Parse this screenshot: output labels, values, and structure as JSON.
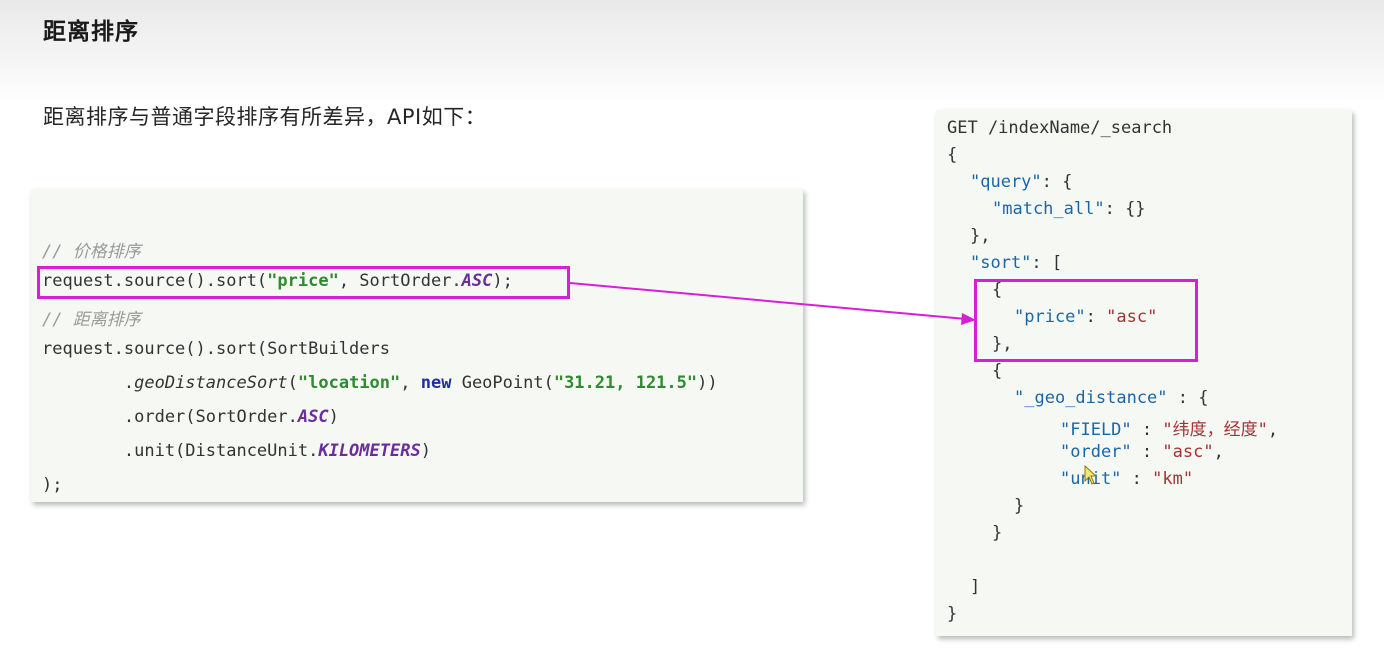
{
  "slide": {
    "title": "距离排序",
    "subtitle": "距离排序与普通字段排序有所差异，API如下："
  },
  "java_code": {
    "comment_price": "// 价格排序",
    "line_price": {
      "prefix": "request.source().sort(",
      "str": "\"price\"",
      "mid": ", SortOrder.",
      "const": "ASC",
      "suffix": ");"
    },
    "comment_distance": "// 距离排序",
    "line_sort_builders": "request.source().sort(SortBuilders",
    "line_geo": {
      "indent": "        .",
      "method": "geoDistanceSort",
      "open": "(",
      "str1": "\"location\"",
      "comma": ", ",
      "kw": "new",
      "geopoint": " GeoPoint(",
      "str2": "\"31.21, 121.5\"",
      "close": "))"
    },
    "line_order": {
      "prefix": "        .order(SortOrder.",
      "const": "ASC",
      "suffix": ")"
    },
    "line_unit": {
      "prefix": "        .unit(DistanceUnit.",
      "const": "KILOMETERS",
      "suffix": ")"
    },
    "line_end": ");"
  },
  "json_code": {
    "l1": "GET /indexName/_search",
    "l2": "{",
    "l3_key": "\"query\"",
    "l3_rest": ": {",
    "l4_key": "\"match_all\"",
    "l4_rest": ": {}",
    "l5": "},",
    "l6_key": "\"sort\"",
    "l6_rest": ": [",
    "l7": "{",
    "l8_key": "\"price\"",
    "l8_colon": ": ",
    "l8_val": "\"asc\"",
    "l9": "},",
    "l10": "{",
    "l11_key": "\"_geo_distance\"",
    "l11_rest": " : {",
    "l12_key": "\"FIELD\"",
    "l12_colon": " : ",
    "l12_val": "\"纬度，经度\"",
    "l12_comma": ",",
    "l13_key": "\"order\"",
    "l13_colon": " : ",
    "l13_val": "\"asc\"",
    "l13_comma": ",",
    "l14_key": "\"unit\"",
    "l14_colon": " : ",
    "l14_val": "\"km\"",
    "l15": "}",
    "l16": "}",
    "l17": "]",
    "l18": "}"
  },
  "colors": {
    "highlight": "#d81fd8",
    "panel_bg": "#f6f8f4",
    "string_green": "#2e8b2e",
    "keyword_blue": "#1f2fa0",
    "constant_purple": "#6a2d9c",
    "json_key": "#1a66a8",
    "json_string": "#a33333"
  },
  "icons": {
    "cursor": "mouse-pointer-icon"
  }
}
